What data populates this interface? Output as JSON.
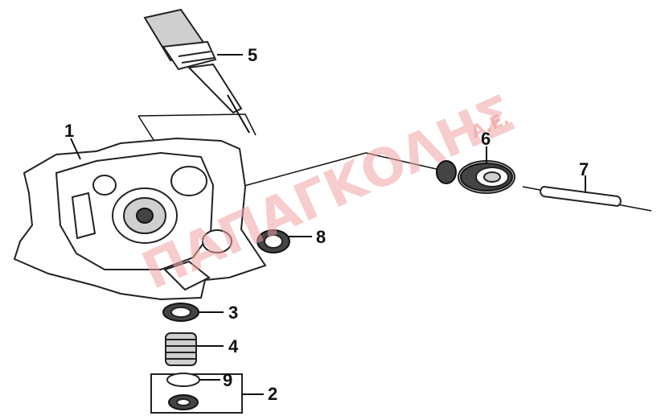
{
  "watermark": {
    "text": "ΠΑΠΑΓΚΟΛΗΣ",
    "suffix": "Α.Ε."
  },
  "callouts": [
    {
      "id": "1",
      "label": "1"
    },
    {
      "id": "2",
      "label": "2"
    },
    {
      "id": "3",
      "label": "3"
    },
    {
      "id": "4",
      "label": "4"
    },
    {
      "id": "5",
      "label": "5"
    },
    {
      "id": "6",
      "label": "6"
    },
    {
      "id": "7",
      "label": "7"
    },
    {
      "id": "8",
      "label": "8"
    },
    {
      "id": "9",
      "label": "9"
    }
  ]
}
